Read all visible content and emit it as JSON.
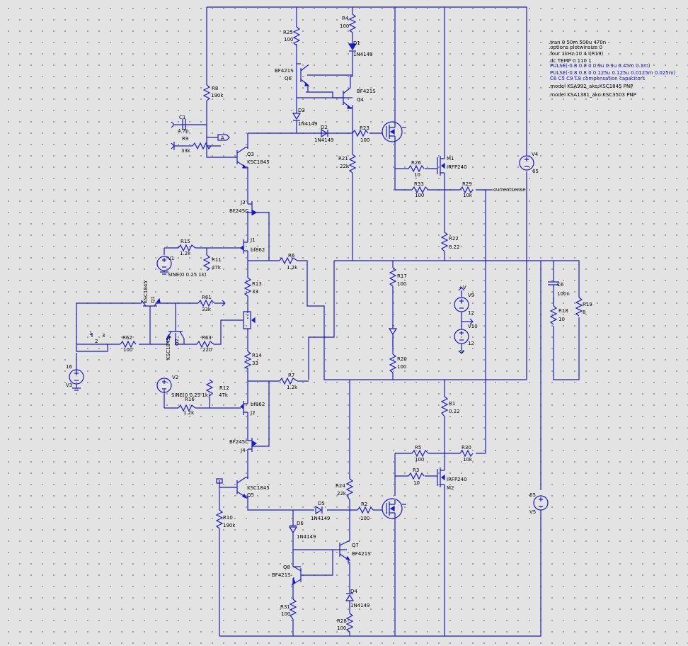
{
  "directives": [
    {
      "text": ".tran 0 50m 500u 470n",
      "color": "black"
    },
    {
      "text": ".options plotwinsize 0",
      "color": "black"
    },
    {
      "text": ".four 1kHz 10 4 I(R19)",
      "color": "black"
    },
    {
      "text": ".dc TEMP 0 110 1",
      "color": "black"
    },
    {
      "text": "PULSE(-0.8 0.8 0 0.9u 0.9u 0.45m 0.1m)",
      "color": "blue"
    },
    {
      "text": "PULSE(-0.8 0.8 0 0.125u 0.125u 0.0125m 0.025m)",
      "color": "blue"
    },
    {
      "text": "C6 C5 C9 C8 compensation capacitors",
      "color": "blue"
    },
    {
      "text": ".model KSA992_ako:KSC1845 PNP",
      "color": "black"
    },
    {
      "text": ".model KSA1381_ako:KSC3503 PNP",
      "color": "black"
    }
  ],
  "components": {
    "R4": {
      "name": "R4",
      "value": "100"
    },
    "R25": {
      "name": "R25",
      "value": "100"
    },
    "D1": {
      "name": "D1",
      "value": "1N4149"
    },
    "Q6": {
      "name": "Q6",
      "value": "BF421S"
    },
    "Q4": {
      "name": "Q4",
      "value": "BF421S"
    },
    "R8": {
      "name": "R8",
      "value": "190k"
    },
    "D3": {
      "name": "D3",
      "value": "1N4149"
    },
    "C1": {
      "name": "C1",
      "value": "4.7p"
    },
    "R9": {
      "name": "R9",
      "value": "33k"
    },
    "D2": {
      "name": "D2",
      "value": "1N4149"
    },
    "R23": {
      "name": "R23",
      "value": "100"
    },
    "Q3": {
      "name": "Q3",
      "value": "KSC1845"
    },
    "R21": {
      "name": "R21",
      "value": "22k"
    },
    "M1": {
      "name": "M1",
      "value": "IRFP240"
    },
    "R26": {
      "name": "R26",
      "value": "10"
    },
    "R33": {
      "name": "R33",
      "value": "100"
    },
    "R29": {
      "name": "R29",
      "value": "10k"
    },
    "V4": {
      "name": "V4",
      "value": "65"
    },
    "J3": {
      "name": "J3",
      "value": "BF245C"
    },
    "J1": {
      "name": "J1",
      "value": "bf862"
    },
    "R15": {
      "name": "R15",
      "value": "1.2k"
    },
    "V1": {
      "name": "V1",
      "value": "SINE(0 0.25 1k)"
    },
    "R11": {
      "name": "R11",
      "value": "47k"
    },
    "R6": {
      "name": "R6",
      "value": "1.2k"
    },
    "R22": {
      "name": "R22",
      "value": "0.22"
    },
    "R17": {
      "name": "R17",
      "value": "100"
    },
    "R13": {
      "name": "R13",
      "value": "33"
    },
    "R61": {
      "name": "R61",
      "value": "33k"
    },
    "Q1": {
      "name": "Q1",
      "value": "KSC1845"
    },
    "Q2": {
      "name": "Q2",
      "value": "KSC1845"
    },
    "R62": {
      "name": "R62",
      "value": "100"
    },
    "R63": {
      "name": "R63",
      "value": "220"
    },
    "V9": {
      "name": "V9",
      "value": "12"
    },
    "V10": {
      "name": "V10",
      "value": "12"
    },
    "C6": {
      "name": "C6",
      "value": "100n"
    },
    "R18": {
      "name": "R18",
      "value": "10"
    },
    "R19": {
      "name": "R19",
      "value": "8"
    },
    "V3": {
      "name": "V3",
      "value": "16"
    },
    "R20": {
      "name": "R20",
      "value": "100"
    },
    "R14": {
      "name": "R14",
      "value": "33"
    },
    "R7": {
      "name": "R7",
      "value": "1.2k"
    },
    "V2": {
      "name": "V2",
      "value": "SINE(0 0.25 1k)"
    },
    "R12": {
      "name": "R12",
      "value": "47k"
    },
    "R16": {
      "name": "R16",
      "value": "1.2k"
    },
    "J2": {
      "name": "J2",
      "value": "bf862"
    },
    "J4": {
      "name": "J4",
      "value": "BF245C"
    },
    "R1": {
      "name": "R1",
      "value": "0.22"
    },
    "R5": {
      "name": "R5",
      "value": "100"
    },
    "R30": {
      "name": "R30",
      "value": "10k"
    },
    "R3": {
      "name": "R3",
      "value": "10"
    },
    "M2": {
      "name": "M2",
      "value": "IRFP240"
    },
    "Q5": {
      "name": "Q5",
      "value": "KSC1845"
    },
    "R24": {
      "name": "R24",
      "value": "22k"
    },
    "D5": {
      "name": "D5",
      "value": "1N4149"
    },
    "R2": {
      "name": "R2",
      "value": "100"
    },
    "R10": {
      "name": "R10",
      "value": "190k"
    },
    "D6": {
      "name": "D6",
      "value": "1N4149"
    },
    "Q7": {
      "name": "Q7",
      "value": "BF421S"
    },
    "Q8": {
      "name": "Q8",
      "value": "BF421S"
    },
    "D4": {
      "name": "D4",
      "value": "1N4149"
    },
    "R31": {
      "name": "R31",
      "value": "100"
    },
    "R28": {
      "name": "R28",
      "value": "100"
    },
    "V5": {
      "name": "V5",
      "value": "65"
    }
  },
  "net_labels": {
    "A": "A",
    "currentsense": "currentsense",
    "plus_v": "+V",
    "minus_v": "-V",
    "node1": "1",
    "node2": "2",
    "node3": "3"
  },
  "colors": {
    "wire": "#1a1acc",
    "background": "#e3e3e3",
    "grid_dot": "#8a8a8a"
  }
}
